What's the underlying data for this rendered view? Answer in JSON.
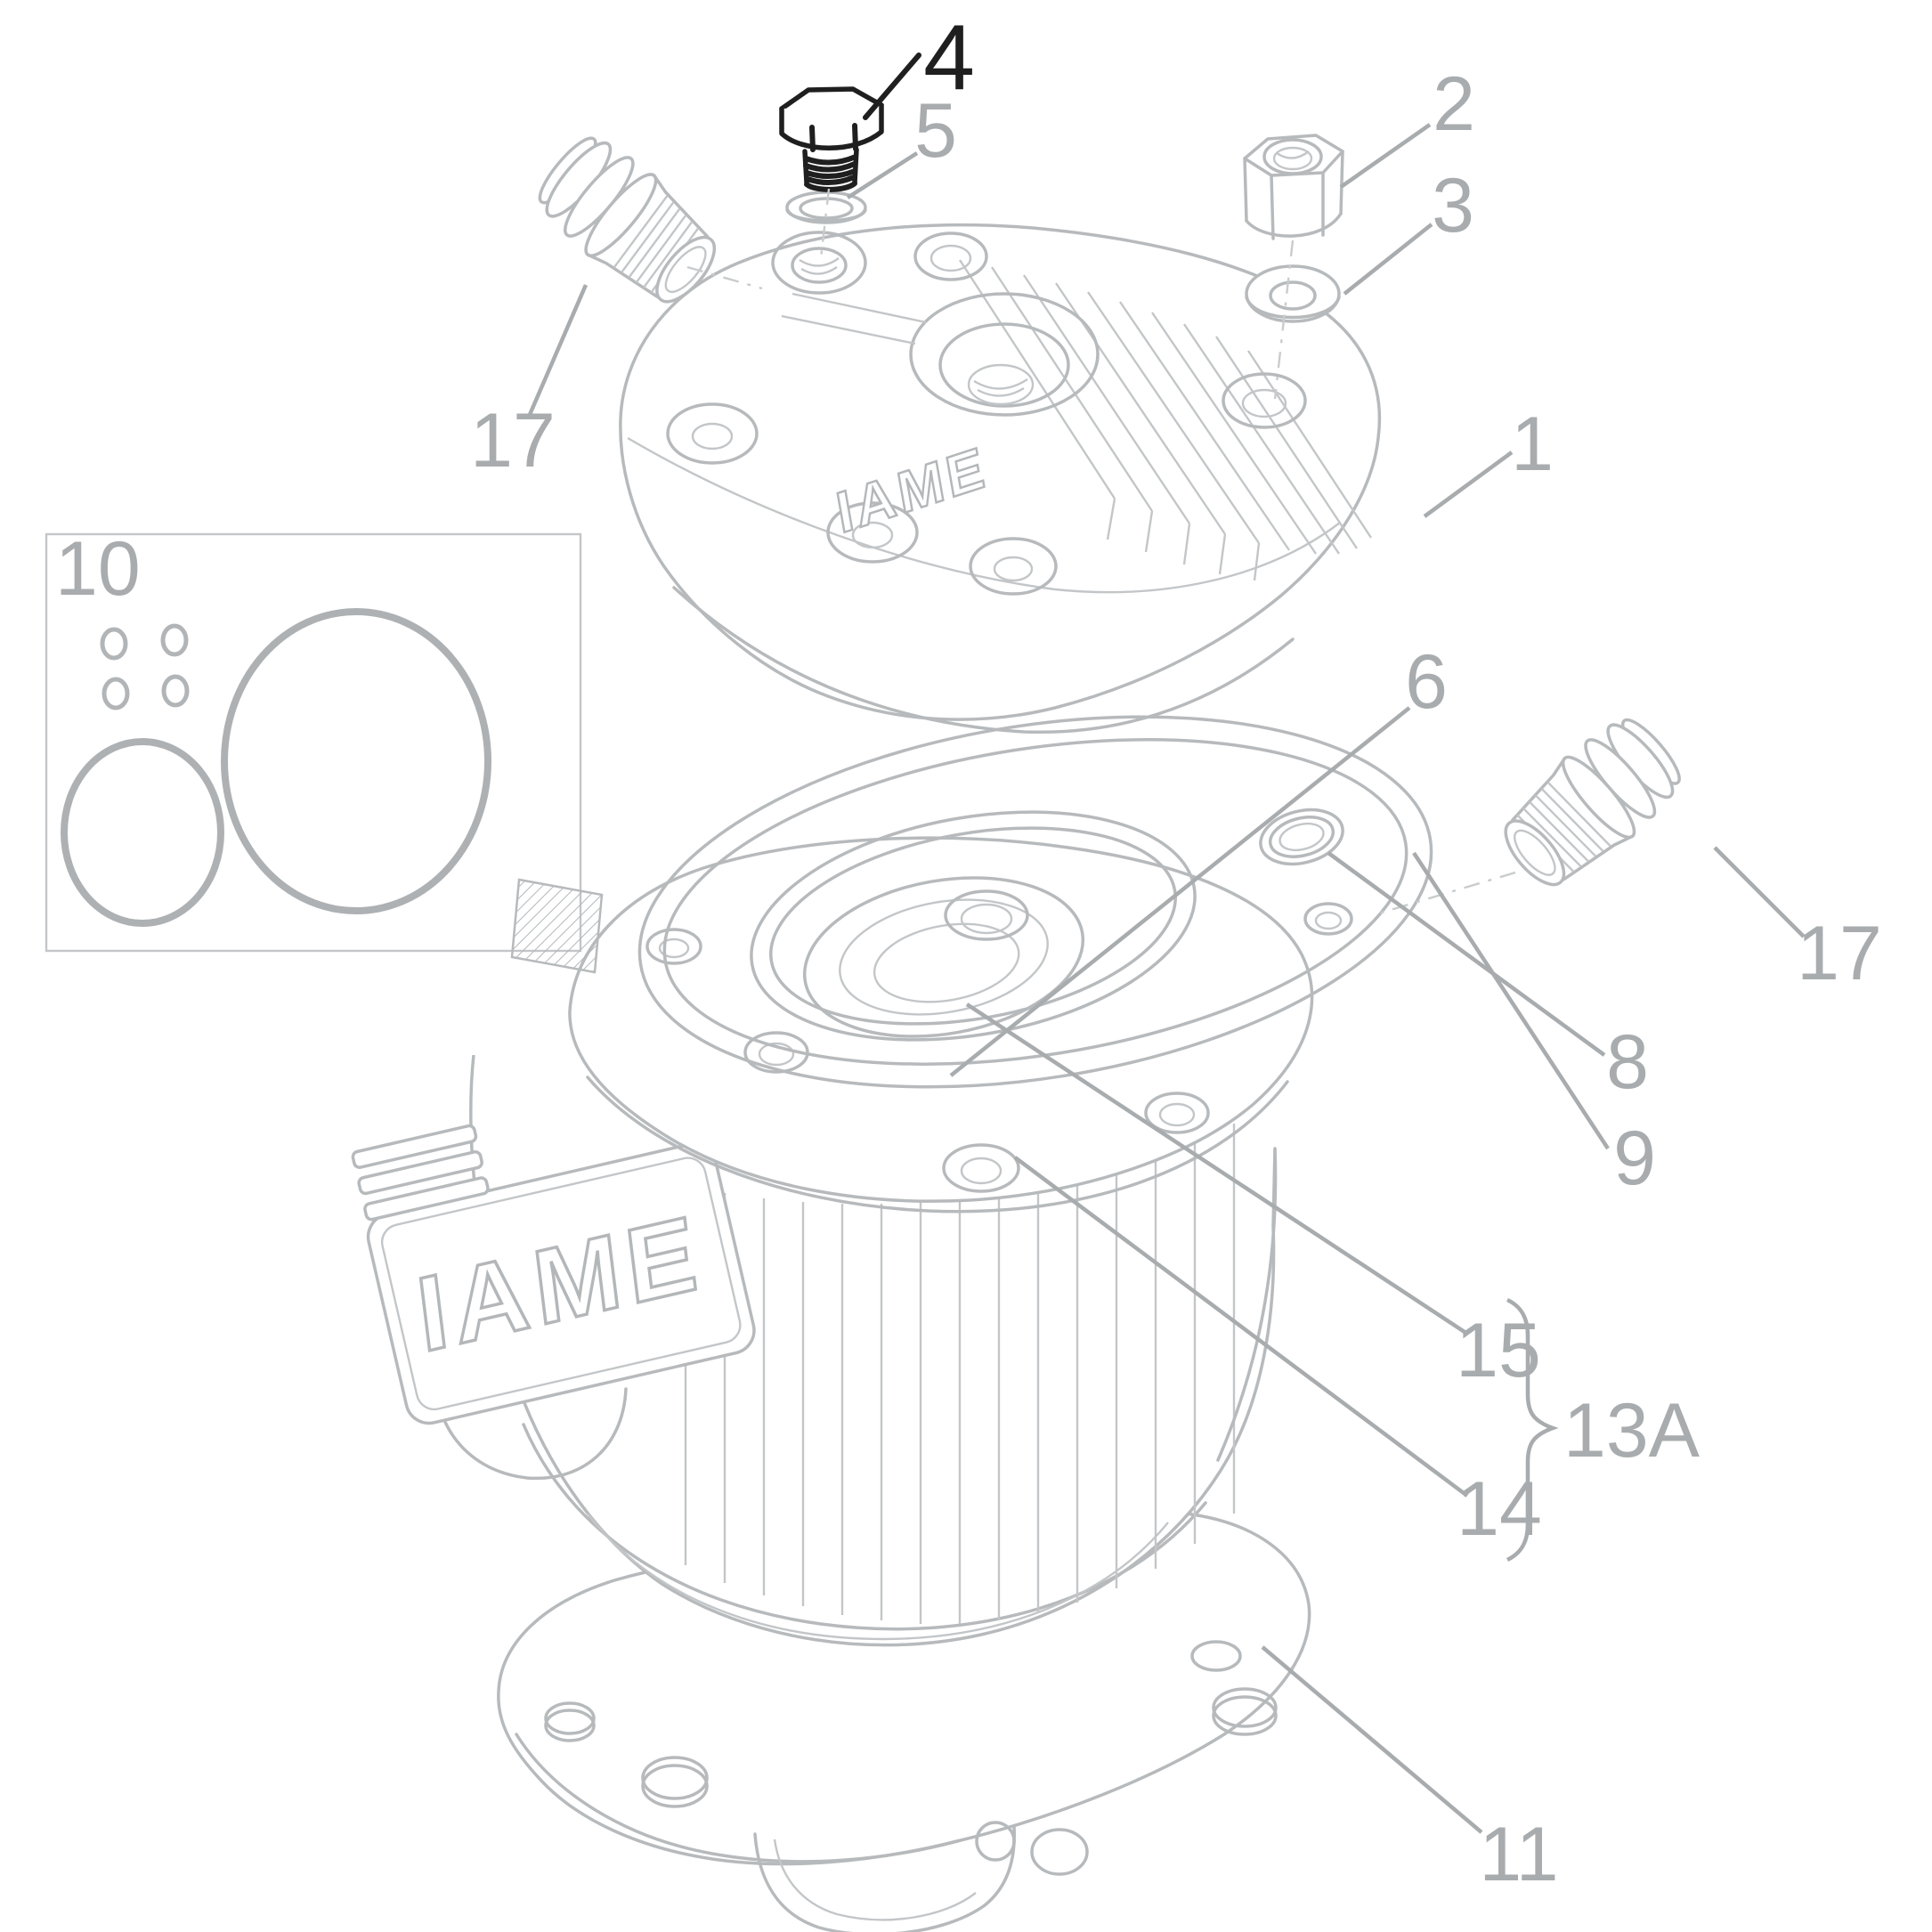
{
  "diagram": {
    "description": "Exploded parts line-drawing of an IAME kart engine cylinder head assembly",
    "colors": {
      "background": "#ffffff",
      "line": "#b7babc",
      "label": "#a8acae",
      "highlight_part": "#1f1f1f"
    },
    "brand_logos": {
      "cover": "IAME",
      "cylinder": "IAME"
    },
    "labels": {
      "l1": {
        "text": "1"
      },
      "l2": {
        "text": "2"
      },
      "l3": {
        "text": "3"
      },
      "l4": {
        "text": "4"
      },
      "l5": {
        "text": "5"
      },
      "l6": {
        "text": "6"
      },
      "l8": {
        "text": "8"
      },
      "l9": {
        "text": "9"
      },
      "l10": {
        "text": "10"
      },
      "l11": {
        "text": "11"
      },
      "l13a": {
        "text": "13A"
      },
      "l14": {
        "text": "14"
      },
      "l15": {
        "text": "15"
      },
      "l17_left": {
        "text": "17"
      },
      "l17_right": {
        "text": "17"
      }
    }
  }
}
